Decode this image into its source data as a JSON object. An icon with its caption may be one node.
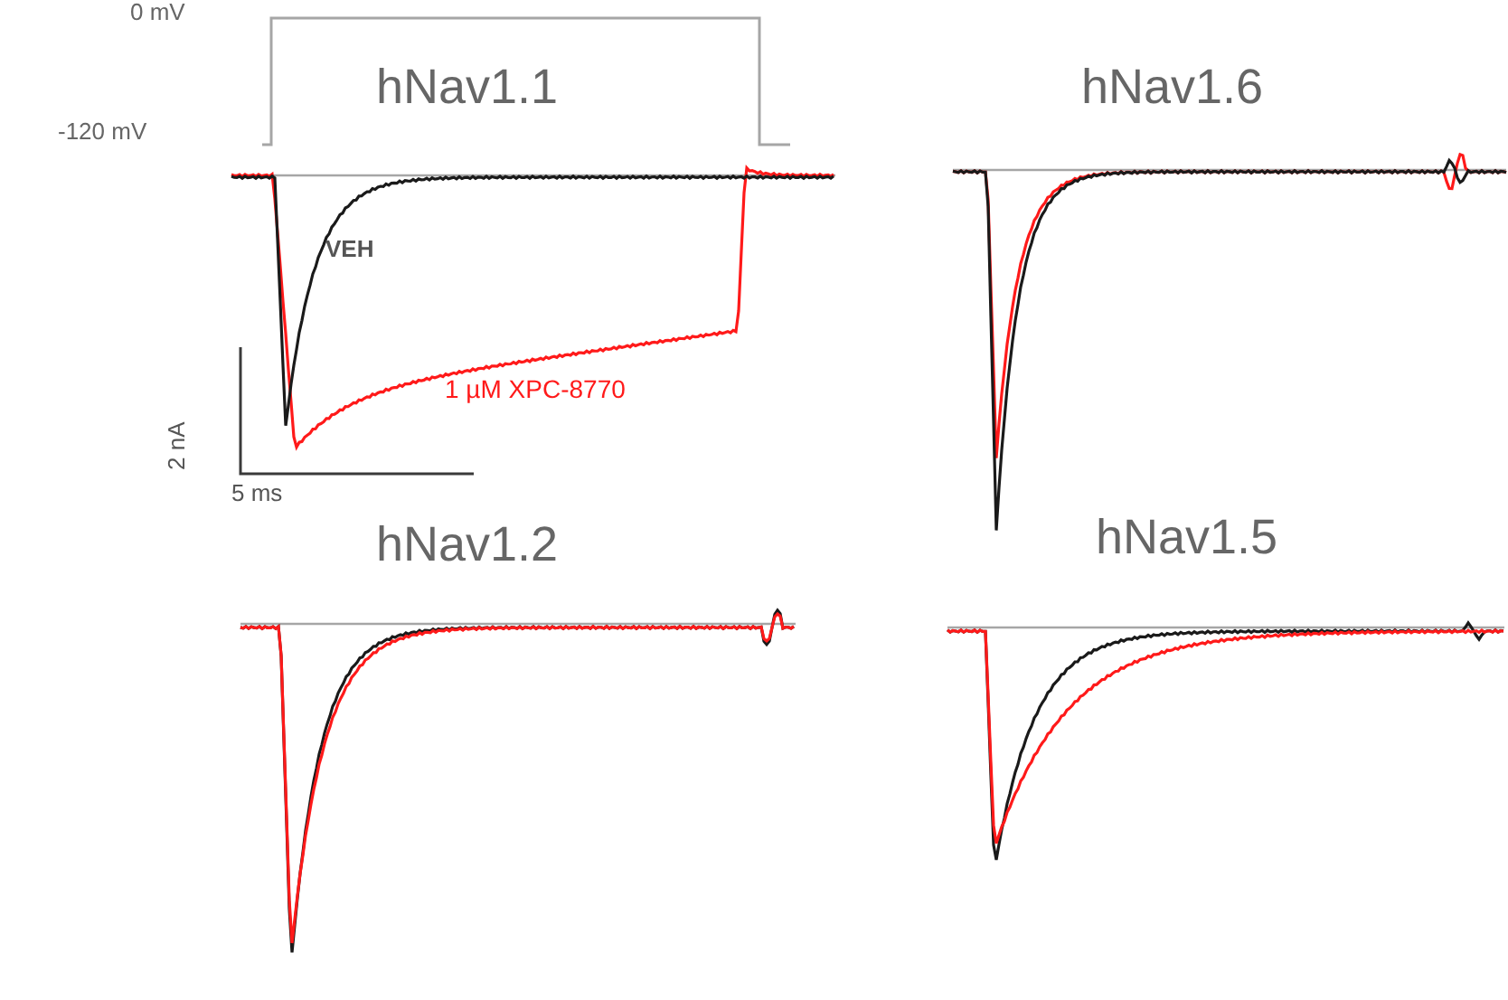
{
  "diagram": {
    "labels": [
      "0 mV",
      "-120 mV",
      "hNav1.1",
      "VEH",
      "1 µM XPC-8770",
      "2 nA",
      "5 ms",
      "hNav1.6",
      "hNav1.2",
      "hNav1.5"
    ]
  }
}
